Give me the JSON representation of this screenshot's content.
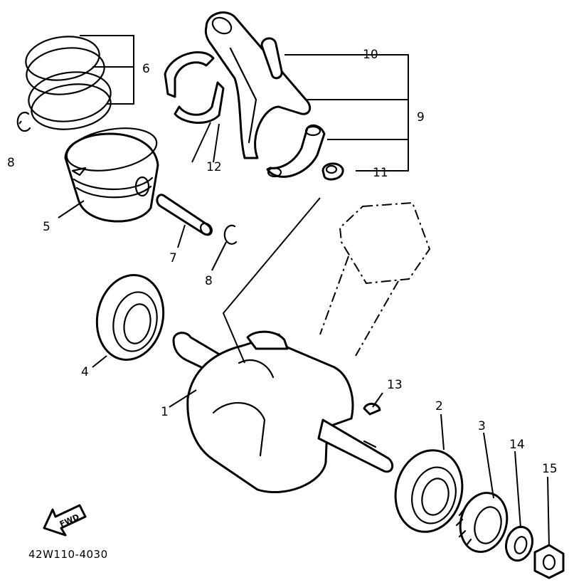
{
  "diagram": {
    "drawing_number": "42W110-4030",
    "direction_arrow_label": "FWD",
    "callouts": [
      "1",
      "2",
      "3",
      "4",
      "5",
      "6",
      "7",
      "8",
      "8",
      "9",
      "10",
      "11",
      "12",
      "13",
      "14",
      "15"
    ]
  }
}
